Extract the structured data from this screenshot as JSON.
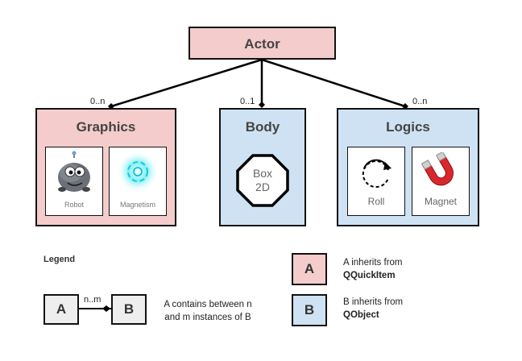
{
  "actor": {
    "label": "Actor"
  },
  "graphics": {
    "label": "Graphics",
    "multiplicity": "0..n",
    "items": [
      {
        "label": "Robot",
        "icon": "robot-icon"
      },
      {
        "label": "Magnetism",
        "icon": "magnetism-icon"
      }
    ]
  },
  "body": {
    "label": "Body",
    "multiplicity": "0..1",
    "shape_line1": "Box",
    "shape_line2": "2D"
  },
  "logics": {
    "label": "Logics",
    "multiplicity": "0..n",
    "items": [
      {
        "label": "Roll",
        "icon": "roll-icon"
      },
      {
        "label": "Magnet",
        "icon": "magnet-icon"
      }
    ]
  },
  "legend": {
    "title": "Legend",
    "a": "A",
    "b": "B",
    "range": "n..m",
    "contains_line1": "A contains between n",
    "contains_line2": "and m instances of B",
    "inherit_a_line1": "A inherits from",
    "inherit_a_line2": "QQuickItem",
    "inherit_b_line1": "B inherits from",
    "inherit_b_line2": "QObject"
  },
  "colors": {
    "pink": "#f4cccc",
    "blue": "#cfe2f3",
    "gray": "#eeeeee",
    "border": "#111111"
  }
}
